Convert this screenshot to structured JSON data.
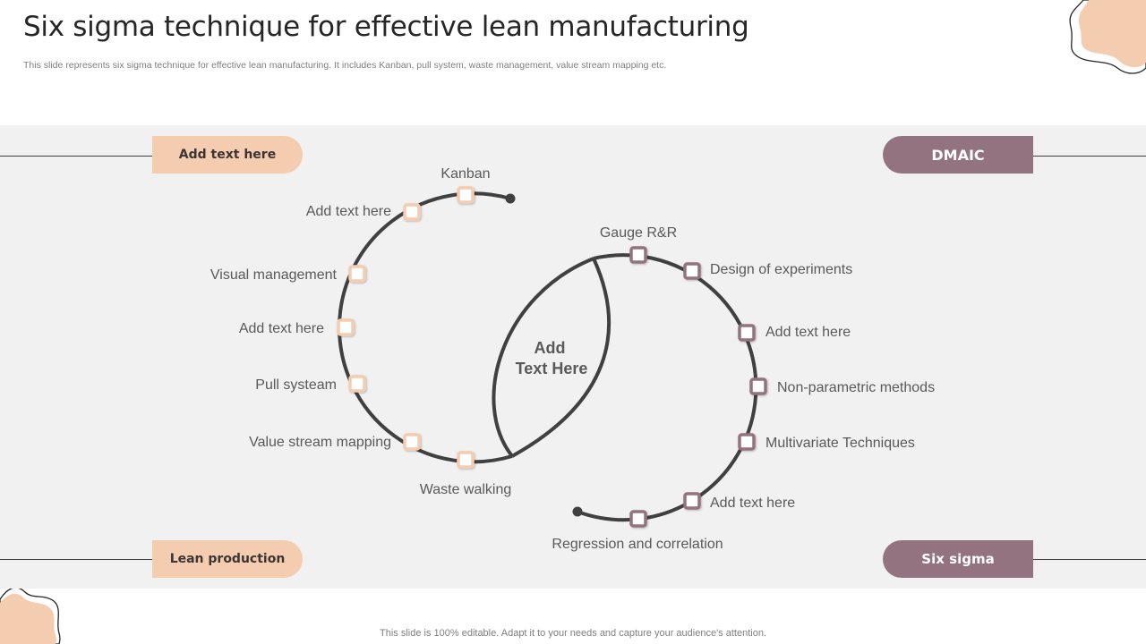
{
  "header": {
    "title": "Six sigma technique  for effective lean manufacturing",
    "subtitle": "This slide represents six sigma technique for effective lean manufacturing. It includes Kanban, pull system, waste management, value stream mapping etc."
  },
  "footer": {
    "text": "This slide is 100% editable. Adapt it to your needs and capture your audience's attention."
  },
  "colors": {
    "peach": "#f4ccb0",
    "mauve": "#93737f",
    "line": "#404040",
    "band": "#f1f1f1"
  },
  "pills": {
    "top_left": "Add text here",
    "bottom_left": "Lean production",
    "top_right": "DMAIC",
    "bottom_right": "Six sigma"
  },
  "center": {
    "line1": "Add",
    "line2": "Text Here"
  },
  "lean_items": [
    "Kanban",
    "Add text here",
    "Visual management",
    "Add text here",
    "Pull systeam",
    "Value stream mapping",
    "Waste walking"
  ],
  "sigma_items": [
    "Gauge R&R",
    "Design of experiments",
    "Add text here",
    "Non-parametric methods",
    "Multivariate  Techniques",
    "Add text here",
    "Regression and correlation"
  ]
}
